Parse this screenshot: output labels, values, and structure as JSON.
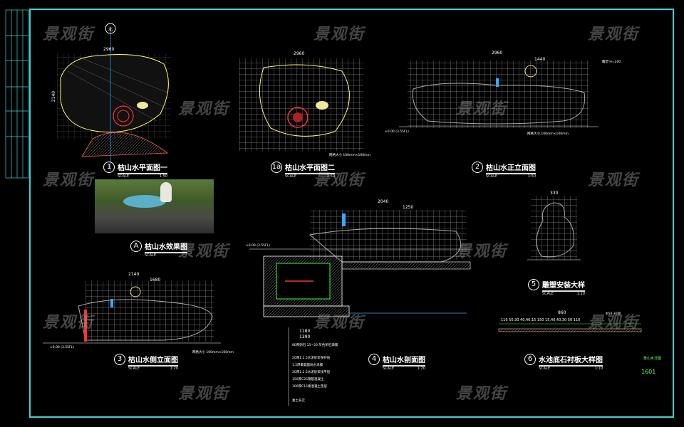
{
  "watermark": "景观街",
  "drawings": [
    {
      "number": "1",
      "title": "枯山水平面图一",
      "scale_label": "SCALE",
      "scale": "1:50"
    },
    {
      "number": "1a",
      "title": "枯山水平面图二",
      "scale_label": "SCALE",
      "scale": "1:50"
    },
    {
      "number": "2",
      "title": "枯山水正立面图",
      "scale_label": "SCALE",
      "scale": "1:50"
    },
    {
      "number": "A",
      "title": "枯山水效果图",
      "scale_label": "SCALE",
      "scale": ""
    },
    {
      "number": "3",
      "title": "枯山水侧立面图",
      "scale_label": "SCALE",
      "scale": "1:20"
    },
    {
      "number": "4",
      "title": "枯山水剖面图",
      "scale_label": "SCALE",
      "scale": "1:20"
    },
    {
      "number": "5",
      "title": "雕塑安装大样",
      "scale_label": "SCALE",
      "scale": "1:10"
    },
    {
      "number": "6",
      "title": "水池底石衬板大样图",
      "scale_label": "SCALE",
      "scale": "1:10"
    }
  ],
  "dimensions": {
    "plan1_width": "2960",
    "plan1_height": "2140",
    "plan1a_width": "2960",
    "front_width": "2960",
    "front_part": "1440",
    "side_width": "2140",
    "side_part": "1680",
    "section_width": "2040",
    "section_part": "1250",
    "section_base": "1180",
    "section_total": "1390",
    "statue_width": "330",
    "detail6_a": "860",
    "detail6_dims": "110  50,30  40,40,15  150  15,40,40,30  50  110",
    "elev": "±0.00 (3.55FL)",
    "grid_note": "网格大小 100mm×100mm",
    "sculpture_note": "雕塑 H=200",
    "pebble_note": "Φ50-30卵",
    "north": "北"
  },
  "section_notes": [
    "80厚卵石 15~20 灰色卵石满铺",
    "20厚1:2.5水泥砂浆保护层",
    "1.5厚聚氨酯防水涂膜",
    "20厚1:2.5水泥砂浆找平层",
    "150厚C25钢筋混凝土",
    "100厚C15素混凝土垫层",
    "素土夯实"
  ],
  "sheet": {
    "name": "景山水详图",
    "number": "1601"
  },
  "colors": {
    "frame": "#3fd0d0",
    "grid": "#ffffff",
    "green": "#33ff33",
    "red": "#ff3333",
    "yellow": "#ffff66"
  }
}
